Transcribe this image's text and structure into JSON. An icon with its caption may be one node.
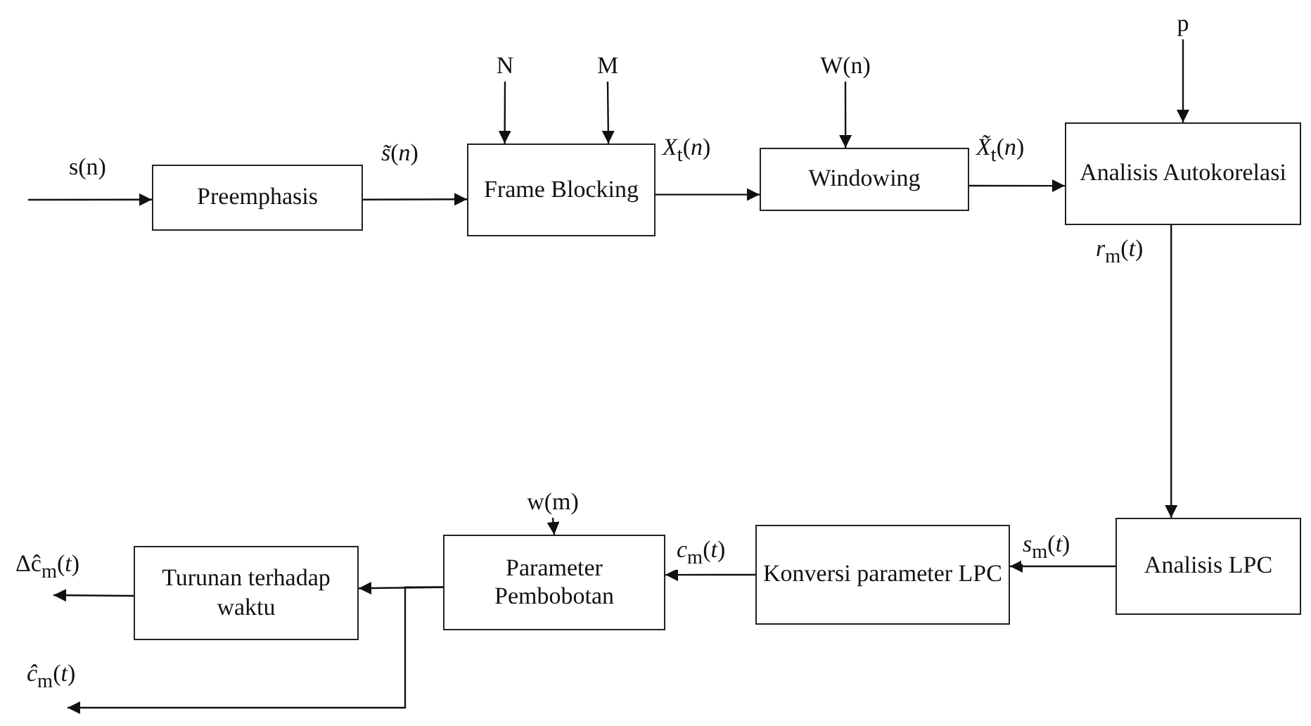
{
  "diagram": {
    "nodes": [
      {
        "text": [
          "N"
        ]
      },
      {
        "text": [
          "M"
        ]
      },
      {
        "text": [
          "W(n)"
        ]
      },
      {
        "text": [
          "p"
        ]
      },
      {
        "text": [
          "Preemphasis"
        ]
      },
      {
        "text": [
          "Frame Blocking"
        ]
      },
      {
        "text": [
          "Windowing"
        ]
      },
      {
        "text": [
          "Analisis Autokorelasi"
        ]
      },
      {
        "text": [
          "w(m)"
        ]
      },
      {
        "text": [
          "Turunan terhadap waktu"
        ]
      },
      {
        "text": [
          "Parameter Pembobotan"
        ]
      },
      {
        "text": [
          "Konversi parameter LPC"
        ]
      },
      {
        "text": [
          "Analisis LPC"
        ]
      }
    ],
    "edges": [
      {
        "from": null,
        "to": 4,
        "arrow": "to",
        "label": "s(n)"
      },
      {
        "from": 4,
        "to": 5,
        "arrow": "to",
        "label": "*s̃*(*n*)"
      },
      {
        "from": 0,
        "to": 5,
        "arrow": "to"
      },
      {
        "from": 1,
        "to": 5,
        "arrow": "to"
      },
      {
        "from": 5,
        "to": 6,
        "arrow": "to",
        "label": "*X*$_{t}$(*n*)"
      },
      {
        "from": 2,
        "to": 6,
        "arrow": "to"
      },
      {
        "from": 6,
        "to": 7,
        "arrow": "to",
        "label": "*X̃*$_{t}$(*n*)"
      },
      {
        "from": 3,
        "to": 7,
        "arrow": "to"
      },
      {
        "from": 7,
        "to": 12,
        "arrow": "to",
        "label": "*r*$_{m}$(*t*)"
      },
      {
        "from": 12,
        "to": 11,
        "arrow": "to",
        "label": "*s*$_{m}$(*t*)"
      },
      {
        "from": 11,
        "to": 10,
        "arrow": "to",
        "label": "*c*$_{m}$(*t*)"
      },
      {
        "from": 8,
        "to": 10,
        "arrow": "to"
      },
      {
        "from": 10,
        "to": 9,
        "arrow": "to"
      },
      {
        "from": 9,
        "to": null,
        "arrow": "to",
        "label": "Δĉ$_{m}$(*t*)"
      },
      {
        "from": 10,
        "to": null,
        "arrow": "to",
        "label": "*ĉ*$_{m}$(*t*)"
      }
    ]
  }
}
